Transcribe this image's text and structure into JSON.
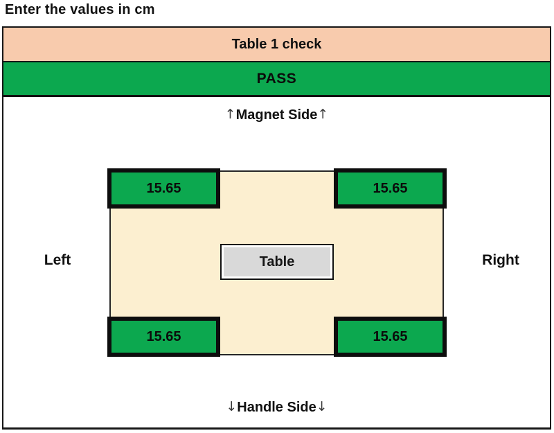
{
  "page": {
    "instruction": "Enter the values in cm"
  },
  "check_panel": {
    "title": "Table 1 check",
    "status": "PASS",
    "colors": {
      "title_bg": "#F8CBAD",
      "status_bg": "#0CA84F",
      "border": "#161616"
    }
  },
  "diagram": {
    "up_arrow": "↑",
    "down_arrow": "↓",
    "magnet_side_label": "Magnet Side",
    "handle_side_label": "Handle Side",
    "left_label": "Left",
    "right_label": "Right",
    "table_label": "Table",
    "corners": [
      {
        "position": "top-left",
        "value": "15.65"
      },
      {
        "position": "top-right",
        "value": "15.65"
      },
      {
        "position": "bottom-left",
        "value": "15.65"
      },
      {
        "position": "bottom-right",
        "value": "15.65"
      }
    ],
    "colors": {
      "table_fill": "#FCEFD0",
      "corner_fill": "#0CA84F",
      "center_box_fill": "#D9D9D9"
    }
  }
}
